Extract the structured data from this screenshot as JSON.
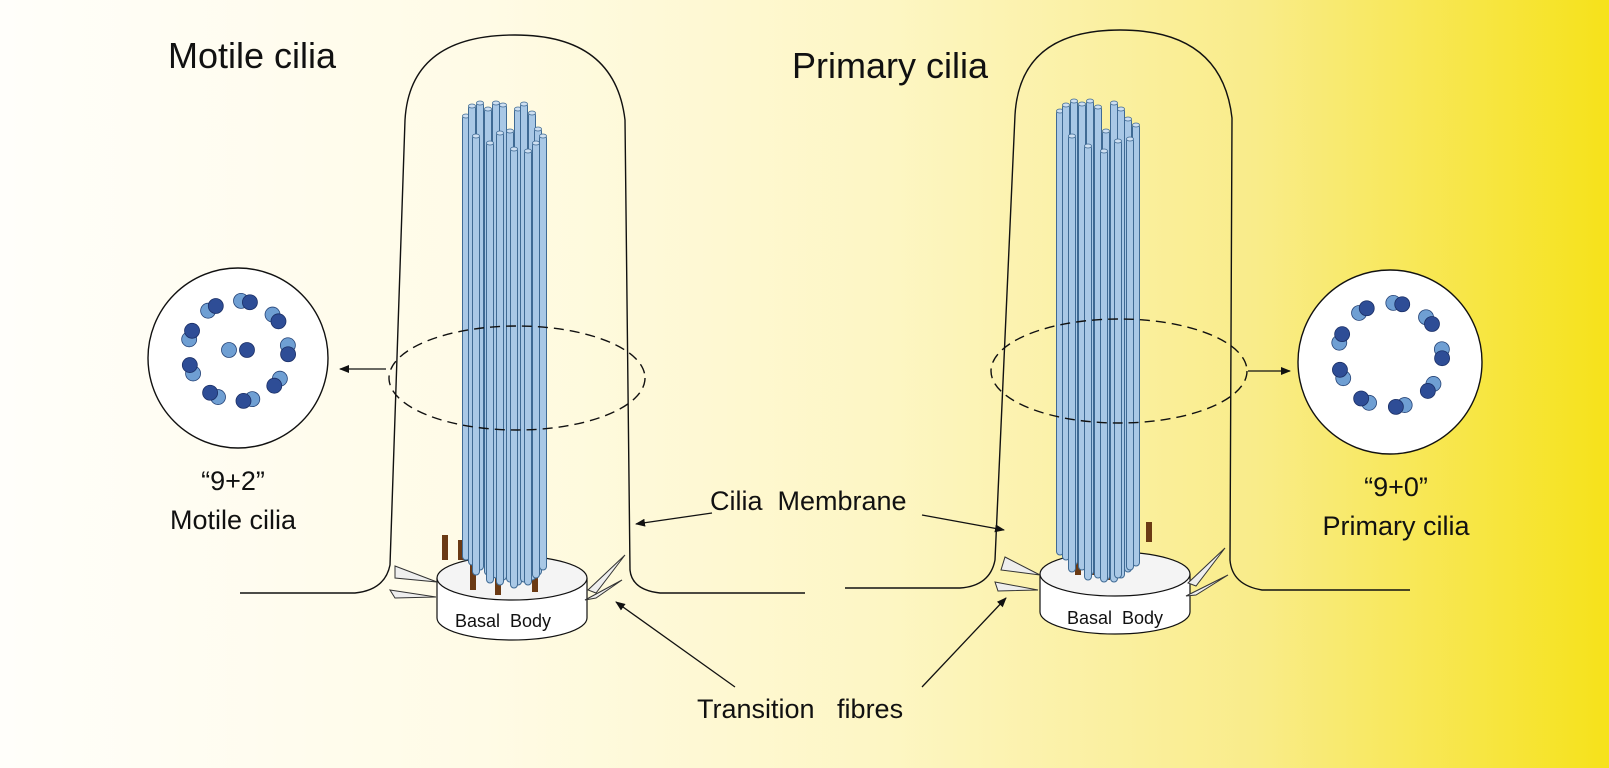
{
  "titles": {
    "left": "Motile cilia",
    "right": "Primary cilia"
  },
  "left_cross_section": {
    "formula": "“9+2”",
    "name": "Motile cilia"
  },
  "right_cross_section": {
    "formula": "“9+0”",
    "name": "Primary cilia"
  },
  "labels": {
    "membrane": "Cilia  Membrane",
    "basal_body_left": "Basal  Body",
    "basal_body_right": "Basal  Body",
    "transition": "Transition   fibres"
  },
  "colors": {
    "rod_fill": "#a9c8e6",
    "rod_stroke": "#3f6a94",
    "root": "#6b3a14",
    "dot_light": "#6f9fd3",
    "dot_dark": "#2e4d96"
  }
}
